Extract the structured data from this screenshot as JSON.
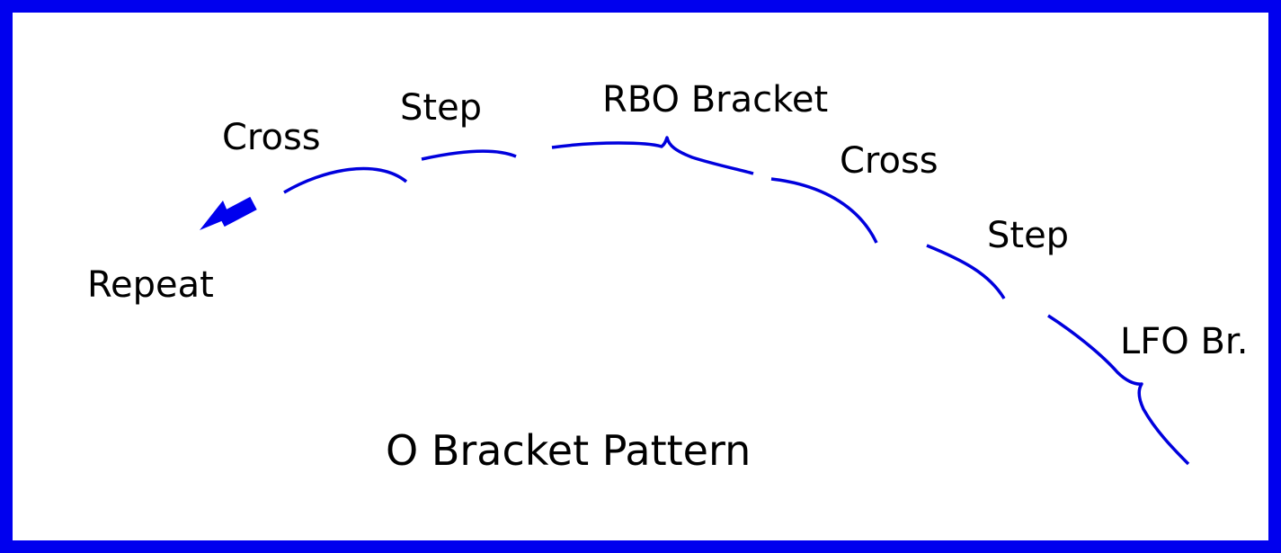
{
  "diagram": {
    "title": "O Bracket Pattern",
    "labels": {
      "repeat": "Repeat",
      "cross_1": "Cross",
      "step_1": "Step",
      "rbo_bracket": "RBO Bracket",
      "cross_2": "Cross",
      "step_2": "Step",
      "lfo_bracket": "LFO Br."
    },
    "colors": {
      "border": "#0000ee",
      "path": "#0000dd",
      "text": "#000000",
      "background": "#ffffff"
    }
  }
}
